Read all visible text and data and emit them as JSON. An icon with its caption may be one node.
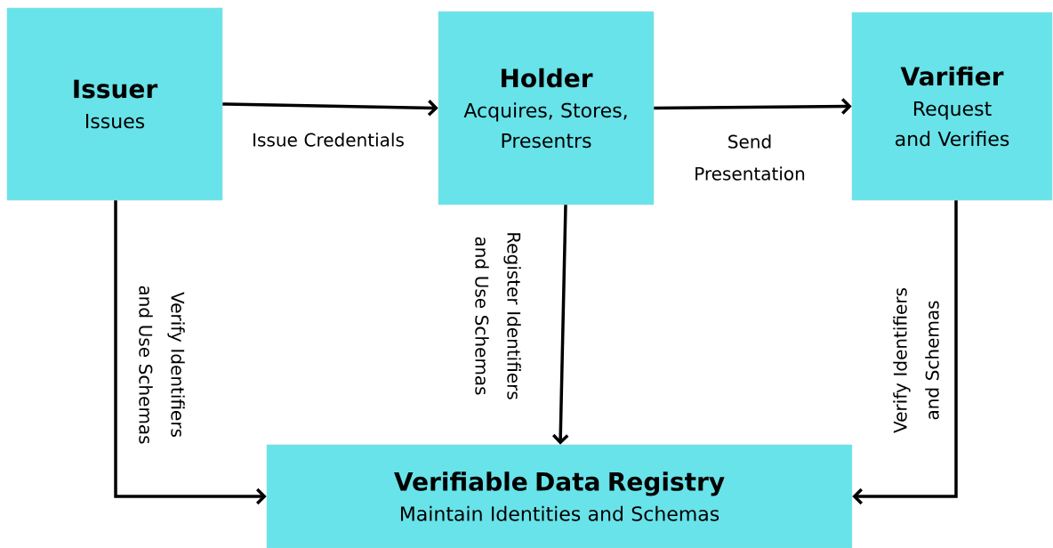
{
  "diagram": {
    "nodes": [
      {
        "text": [
          "Issuer",
          "Issues"
        ]
      },
      {
        "text": [
          "Holder",
          "Acquires, Stores, Presentrs"
        ]
      },
      {
        "text": [
          "Varifier",
          "Request and Verifies"
        ]
      },
      {
        "text": [
          "Verifiable Data Registry",
          "Maintain Identities and Schemas"
        ]
      }
    ],
    "edges": [
      {
        "from": 0,
        "to": 1,
        "arrow": "to",
        "label": "Issue Credentials"
      },
      {
        "from": 1,
        "to": 2,
        "arrow": "to",
        "label": "Send Presentation"
      },
      {
        "from": 0,
        "to": 3,
        "arrow": "to",
        "label": "Verify Identifiers and Use Schemas"
      },
      {
        "from": 1,
        "to": 3,
        "arrow": "to",
        "label": "Register Identifiers and Use Schemas"
      },
      {
        "from": 2,
        "to": 3,
        "arrow": "to",
        "label": "Verify Identifiers and Schemas"
      }
    ]
  }
}
